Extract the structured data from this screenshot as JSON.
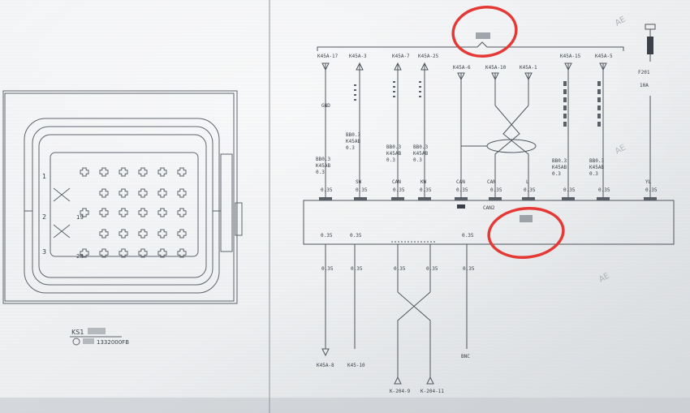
{
  "connector": {
    "code": "KS1",
    "part_number": "1332000FB",
    "pin_rows": [
      "1",
      "2",
      "3"
    ],
    "pin_ends": [
      "19",
      "28"
    ]
  },
  "top_connectors": [
    "K45A-17",
    "K45A-3",
    "K45A-7",
    "K45A-25",
    "K45A-6",
    "K45A-10",
    "K45A-1",
    "K45A-15",
    "K45A-5"
  ],
  "wire_labels": {
    "wire1": [
      "GND"
    ],
    "wire_bundle": [
      "BB0.3",
      "K45AB",
      "0.3"
    ]
  },
  "pin_top": [
    "SW",
    "CAN",
    "KW",
    "CAN",
    "CAN",
    "YL",
    "L"
  ],
  "value_035": "0.35",
  "bottom_connectors": [
    "K45A-8",
    "K45-10"
  ],
  "bottom_twisted": [
    "K-204-9",
    "K-204-11"
  ],
  "bottom_mid": "BNC",
  "fuse": {
    "label": "F201",
    "amp": "10A"
  },
  "ecu_tag": "CAN2",
  "watermark": "AE"
}
